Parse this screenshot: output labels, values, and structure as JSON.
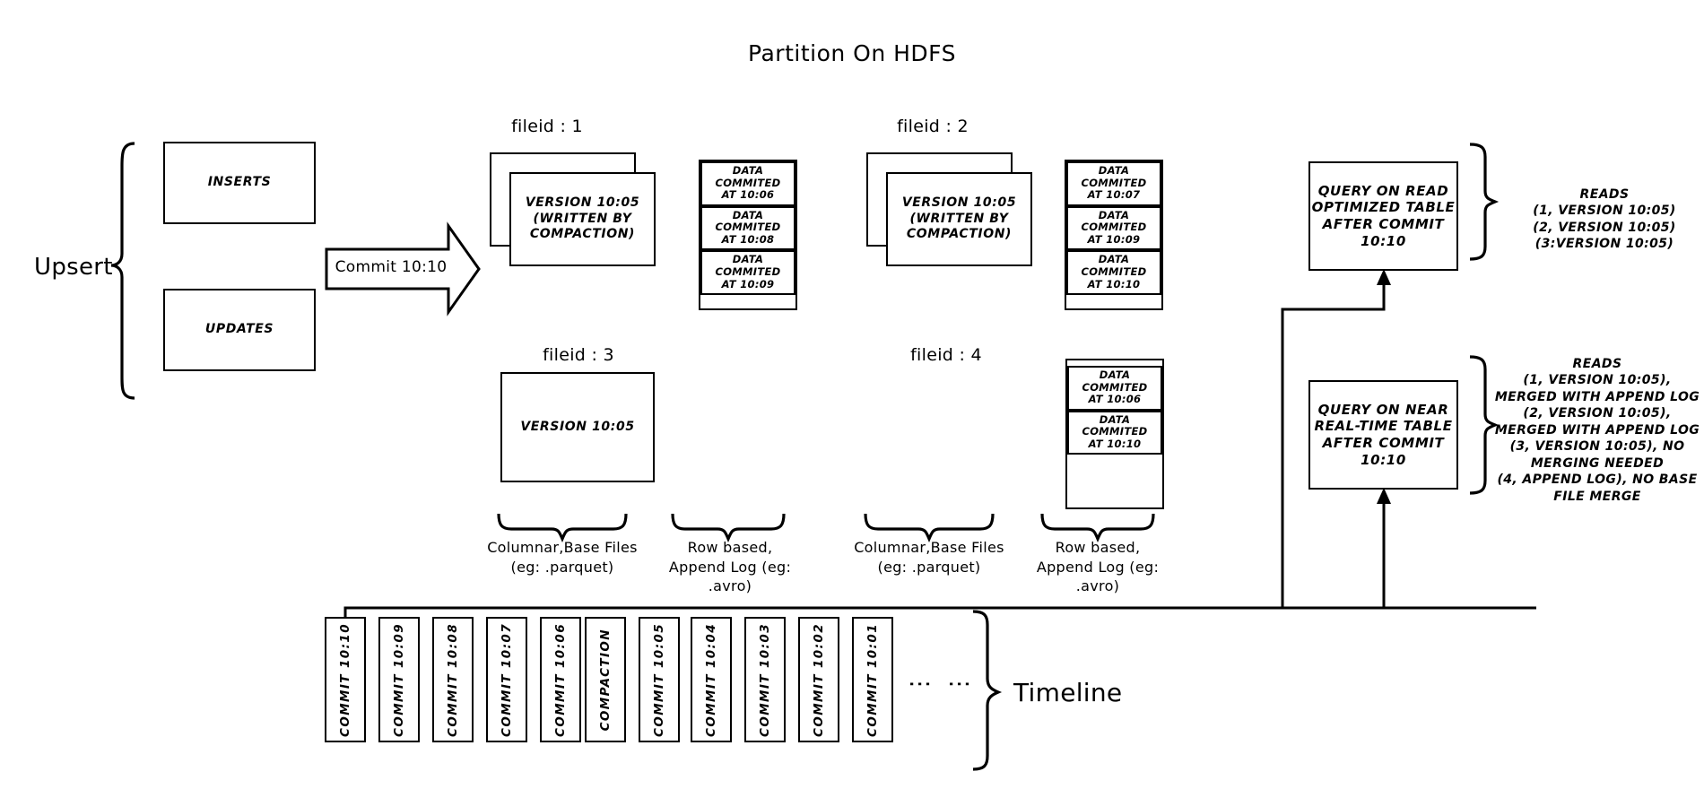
{
  "diagram": {
    "title": "Partition On HDFS",
    "upsert_label": "Upsert",
    "inserts_label": "INSERTS",
    "updates_label": "UPDATES",
    "commit_arrow_label": "Commit 10:10"
  },
  "file_groups": [
    {
      "fileid_label": "fileid : 1",
      "base_file_text": "VERSION 10:05\n(WRITTEN BY\nCOMPACTION)",
      "base_file_lines": [
        "VERSION 10:05",
        "(WRITTEN BY",
        "COMPACTION)"
      ],
      "stacked": true,
      "log_entries": [
        "DATA COMMITED\nAT 10:06",
        "DATA COMMITED\nAT 10:08",
        "DATA COMMITED\nAT 10:09"
      ]
    },
    {
      "fileid_label": "fileid : 2",
      "base_file_lines": [
        "VERSION 10:05",
        "(WRITTEN BY",
        "COMPACTION)"
      ],
      "stacked": true,
      "log_entries": [
        "DATA COMMITED\nAT 10:07",
        "DATA COMMITED\nAT 10:09",
        "DATA COMMITED\nAT 10:10"
      ]
    },
    {
      "fileid_label": "fileid : 3",
      "base_file_lines": [
        "VERSION 10:05"
      ],
      "stacked": false,
      "log_entries": []
    },
    {
      "fileid_label": "fileid : 4",
      "base_file_lines": [],
      "stacked": false,
      "log_entries": [
        "DATA COMMITED\nAT 10:06",
        "DATA COMMITED\nAT 10:10"
      ]
    }
  ],
  "brace_labels": {
    "columnar": "Columnar,Base Files\n(eg: .parquet)",
    "columnar_line1": "Columnar,Base Files",
    "columnar_line2": "(eg: .parquet)",
    "rowlog_line1": "Row based,",
    "rowlog_line2": "Append Log  (eg:",
    "rowlog_line3": ".avro)"
  },
  "queries": [
    {
      "box_lines": [
        "QUERY ON READ",
        "OPTIMIZED TABLE",
        "AFTER COMMIT",
        "10:10"
      ],
      "reads_lines": [
        "READS",
        "(1, VERSION 10:05)",
        "(2, VERSION 10:05)",
        "(3:VERSION 10:05)"
      ]
    },
    {
      "box_lines": [
        "QUERY ON NEAR",
        "REAL-TIME TABLE",
        "AFTER COMMIT",
        "10:10"
      ],
      "reads_lines": [
        "READS",
        "(1, VERSION 10:05),",
        "MERGED WITH APPEND LOG",
        "(2, VERSION 10:05),",
        "MERGED WITH APPEND LOG",
        "(3, VERSION 10:05), NO",
        "MERGING NEEDED",
        "(4, APPEND LOG), NO BASE",
        "FILE MERGE"
      ]
    }
  ],
  "timeline": {
    "label": "Timeline",
    "ellipsis": "⋮",
    "items": [
      "COMMIT  10:10",
      "COMMIT  10:09",
      "COMMIT  10:08",
      "COMMIT  10:07",
      "COMMIT  10:06",
      "COMPACTION",
      "COMMIT  10:05",
      "COMMIT  10:04",
      "COMMIT  10:03",
      "COMMIT  10:02",
      "COMMIT  10:01"
    ]
  },
  "colors": {
    "stroke": "#000000",
    "background": "#ffffff"
  }
}
